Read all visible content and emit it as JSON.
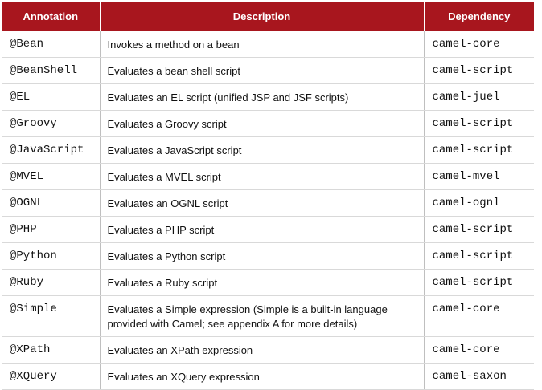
{
  "table": {
    "headers": [
      "Annotation",
      "Description",
      "Dependency"
    ],
    "rows": [
      {
        "annotation": "@Bean",
        "description": "Invokes a method on a bean",
        "dependency": "camel-core"
      },
      {
        "annotation": "@BeanShell",
        "description": "Evaluates a bean shell script",
        "dependency": "camel-script"
      },
      {
        "annotation": "@EL",
        "description": "Evaluates an EL script (unified JSP and JSF scripts)",
        "dependency": "camel-juel"
      },
      {
        "annotation": "@Groovy",
        "description": "Evaluates a Groovy script",
        "dependency": "camel-script"
      },
      {
        "annotation": "@JavaScript",
        "description": "Evaluates a JavaScript script",
        "dependency": "camel-script"
      },
      {
        "annotation": "@MVEL",
        "description": "Evaluates a MVEL script",
        "dependency": "camel-mvel"
      },
      {
        "annotation": "@OGNL",
        "description": "Evaluates an OGNL script",
        "dependency": "camel-ognl"
      },
      {
        "annotation": "@PHP",
        "description": "Evaluates a PHP script",
        "dependency": "camel-script"
      },
      {
        "annotation": "@Python",
        "description": "Evaluates a Python script",
        "dependency": "camel-script"
      },
      {
        "annotation": "@Ruby",
        "description": "Evaluates a Ruby script",
        "dependency": "camel-script"
      },
      {
        "annotation": "@Simple",
        "description": "Evaluates a Simple expression (Simple is a built-in language provided with Camel; see appendix A for more details)",
        "dependency": "camel-core"
      },
      {
        "annotation": "@XPath",
        "description": "Evaluates an XPath expression",
        "dependency": "camel-core"
      },
      {
        "annotation": "@XQuery",
        "description": "Evaluates an XQuery expression",
        "dependency": "camel-saxon"
      }
    ]
  },
  "colors": {
    "header_background": "#a8161e",
    "header_text": "#ffffff"
  }
}
